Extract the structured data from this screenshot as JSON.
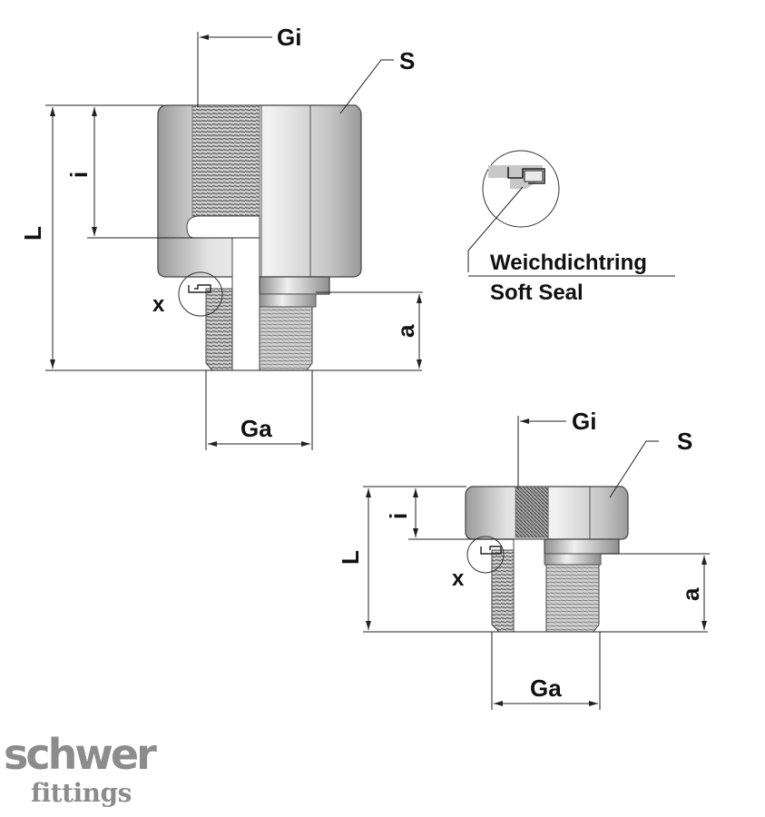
{
  "labels": {
    "gi": "Gi",
    "s": "S",
    "i": "i",
    "l": "L",
    "x": "x",
    "a": "a",
    "ga": "Ga"
  },
  "legend": {
    "de": "Weichdichtring",
    "en": "Soft Seal"
  },
  "logo": {
    "line1": "schwer",
    "line2": "fittings"
  },
  "colors": {
    "metal_light": "#e4e4e4",
    "metal_mid": "#bdbdbd",
    "metal_dark": "#8a8a8a",
    "logo_gray": "#8c8c8c"
  }
}
